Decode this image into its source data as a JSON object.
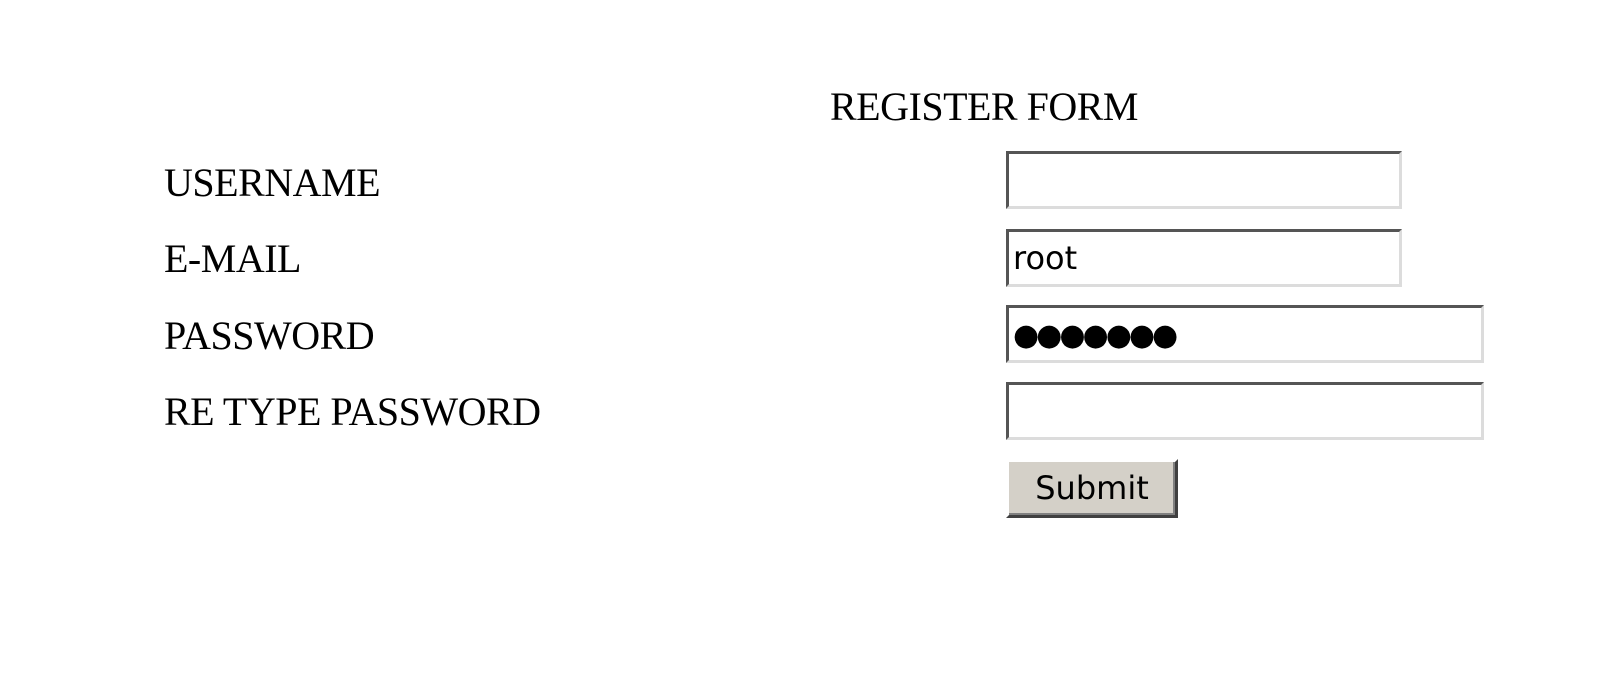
{
  "form": {
    "title": "REGISTER FORM",
    "fields": [
      {
        "label": "USERNAME",
        "value": ""
      },
      {
        "label": "E-MAIL",
        "value": "root"
      },
      {
        "label": "PASSWORD",
        "value": "●●●●●●●"
      },
      {
        "label": "RE TYPE PASSWORD",
        "value": ""
      }
    ],
    "submit_label": "Submit"
  }
}
